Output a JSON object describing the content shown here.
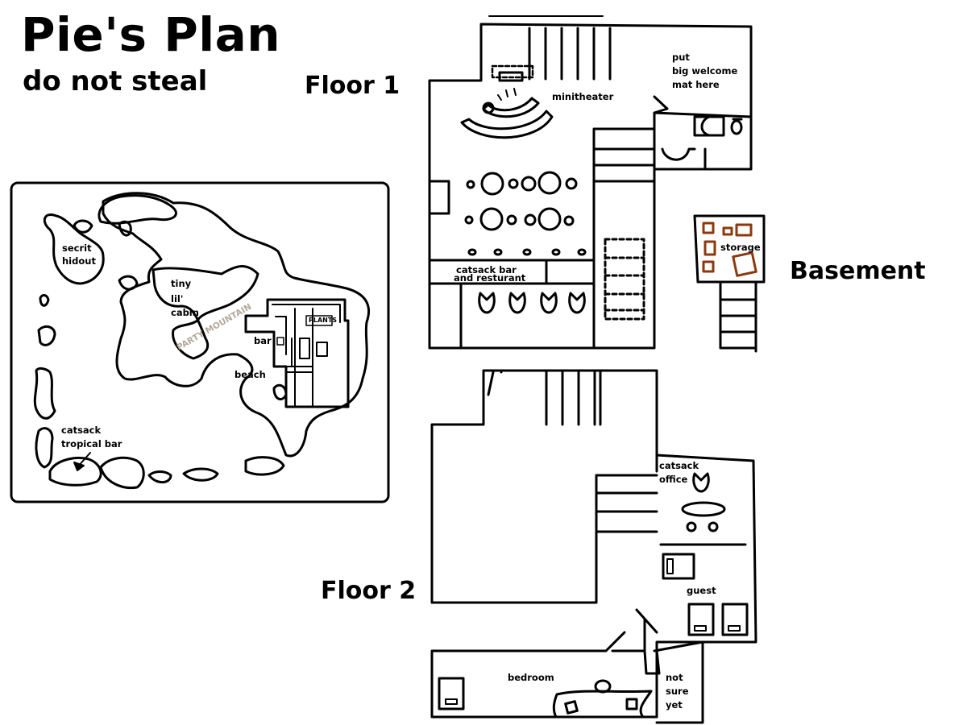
{
  "title": "Pie's Plan",
  "subtitle": "do not steal",
  "headings": {
    "floor1": "Floor 1",
    "floor2": "Floor 2",
    "basement": "Basement"
  },
  "map": {
    "secret_hideout": [
      "secrit",
      "hidout"
    ],
    "cabin": [
      "tiny",
      "lil'",
      "cabin"
    ],
    "party_mountain": "PARTY MOUNTAIN",
    "plants": "PLANTS",
    "bar": "bar",
    "beach": "beach",
    "tropical_bar": [
      "catsack",
      "tropical bar"
    ]
  },
  "floor1": {
    "minitheater": "minitheater",
    "welcome_mat": [
      "put",
      "big welcome",
      "mat here"
    ],
    "bar_restaurant": [
      "catsack bar",
      "and resturant"
    ]
  },
  "basement": {
    "storage": "storage"
  },
  "floor2": {
    "office": [
      "catsack",
      "office"
    ],
    "guest": "guest",
    "bedroom": "bedroom",
    "not_sure": [
      "not",
      "sure",
      "yet"
    ]
  },
  "colors": {
    "line": "#000000",
    "box_brown": "#8b3a0e",
    "mountain_text": "#b3a79a"
  }
}
